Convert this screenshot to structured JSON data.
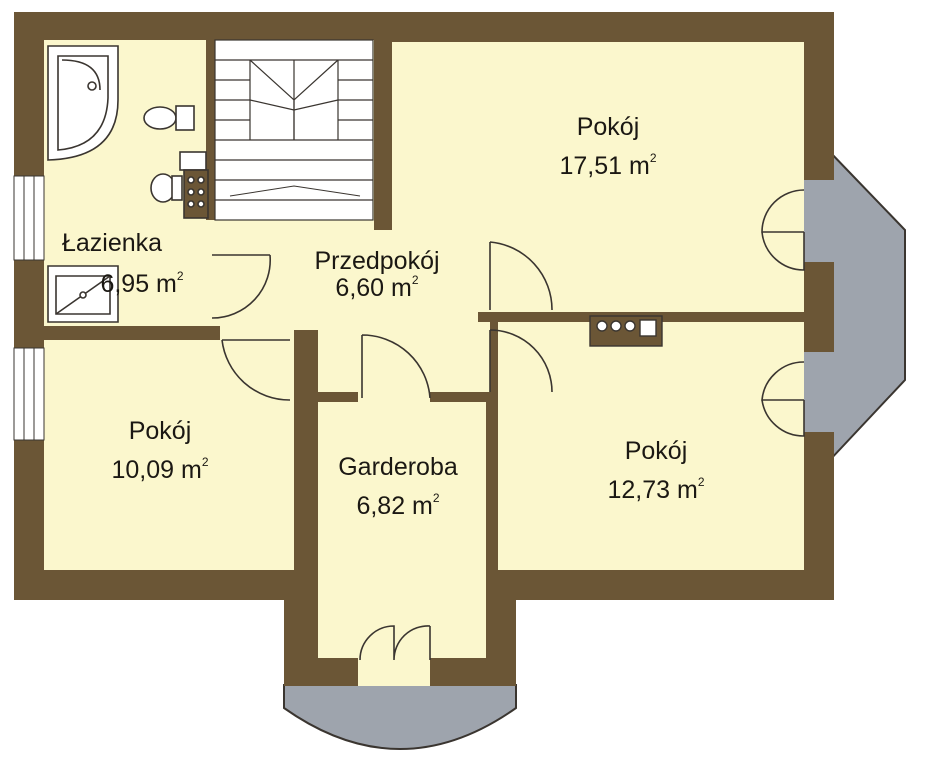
{
  "floor_plan": {
    "colors": {
      "wall": "#6b5636",
      "floor": "#fbf7cd",
      "balcony": "#9ea4ad",
      "glass": "#ffffff",
      "lines": "#3a3530"
    },
    "rooms": {
      "lazienka": {
        "name": "Łazienka",
        "area": "6,95 m",
        "unit_exp": "2"
      },
      "przedpokoj": {
        "name": "Przedpokój",
        "area": "6,60 m",
        "unit_exp": "2"
      },
      "pokoj_ne": {
        "name": "Pokój",
        "area": "17,51 m",
        "unit_exp": "2"
      },
      "pokoj_w": {
        "name": "Pokój",
        "area": "10,09 m",
        "unit_exp": "2"
      },
      "garderoba": {
        "name": "Garderoba",
        "area": "6,82 m",
        "unit_exp": "2"
      },
      "pokoj_se": {
        "name": "Pokój",
        "area": "12,73 m",
        "unit_exp": "2"
      }
    },
    "icons": [
      "bathtub-icon",
      "toilet-icon",
      "bidet-icon",
      "shower-tray-icon",
      "sink-icon",
      "stove-icon",
      "staircase-icon"
    ]
  }
}
